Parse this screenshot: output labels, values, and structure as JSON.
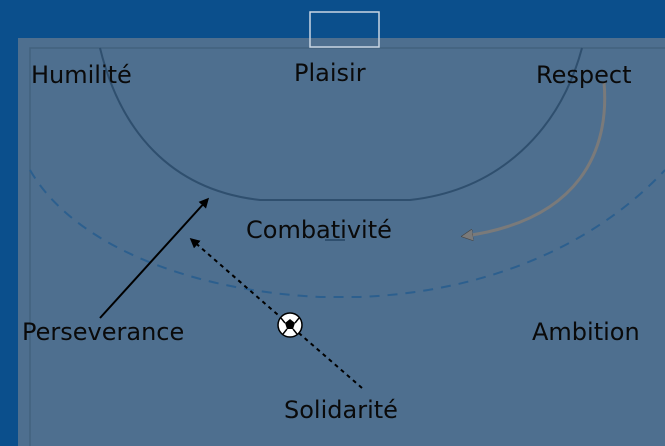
{
  "title": "",
  "values": {
    "top_left": "Humilité",
    "top_center": "Plaisir",
    "top_right": "Respect",
    "center": "Combativité",
    "left": "Perseverance",
    "right": "Ambition",
    "bottom": "Solidarité"
  },
  "colors": {
    "page_background": "#0b4f8c",
    "court": "#4e6f8f",
    "court_line": "#2f4f6e",
    "dashed_line": "#2c5f8e",
    "goal_line": "#c9d6e3",
    "arrow": "#000000",
    "curved_arrow": "#8a8a8a"
  },
  "icons": {
    "ball": "soccer-ball-icon"
  }
}
